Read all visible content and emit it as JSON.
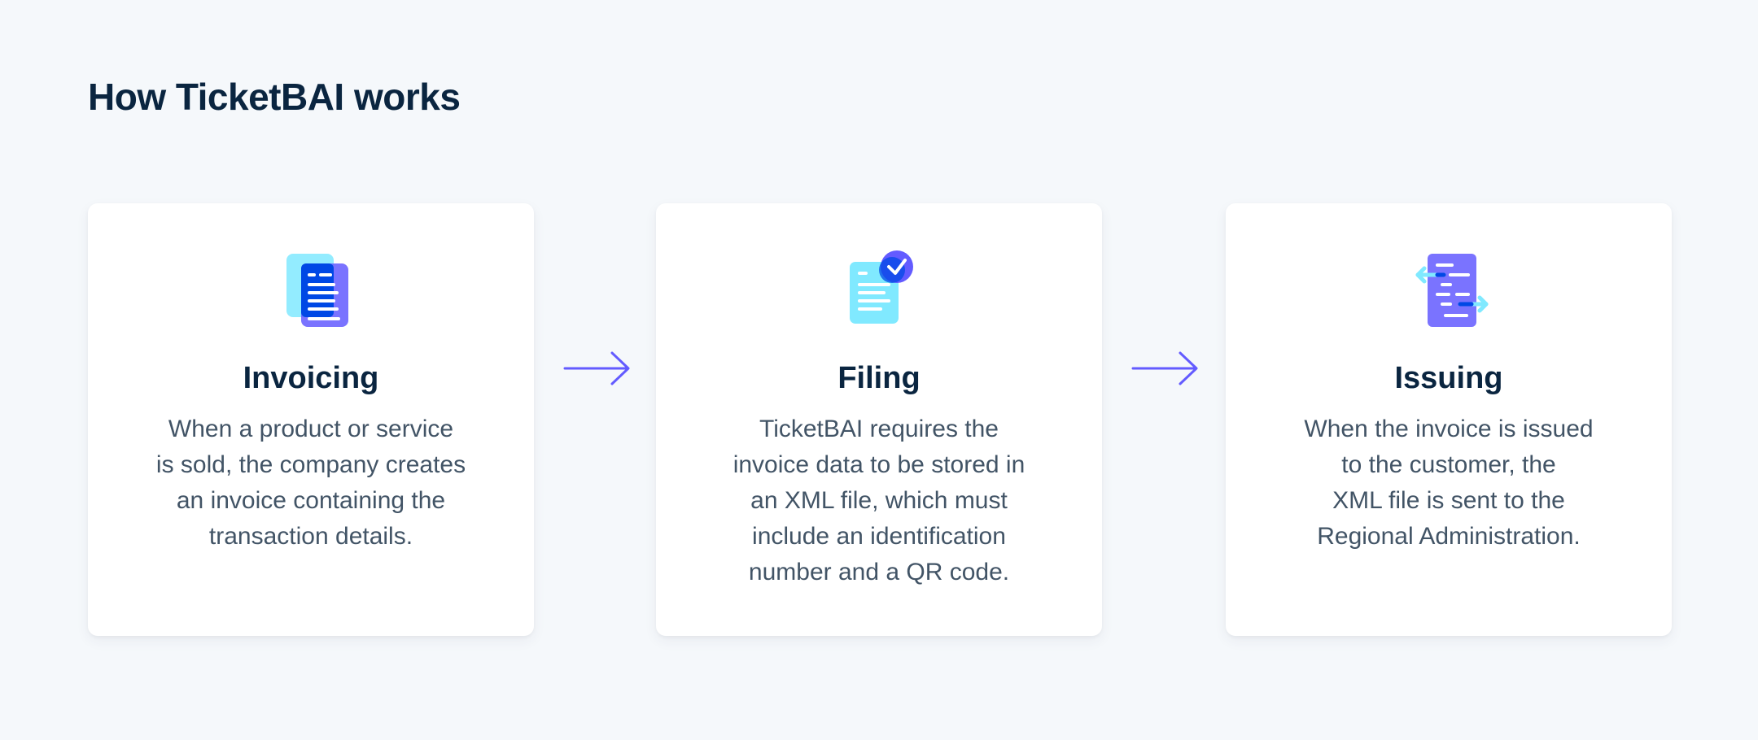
{
  "page": {
    "title": "How TicketBAI works"
  },
  "colors": {
    "accent": "#635bff",
    "accent_light": "#80e9ff",
    "accent_dark": "#0048e5",
    "heading": "#0a2540",
    "body_text": "#425466",
    "background": "#f5f8fb",
    "card": "#ffffff"
  },
  "steps": [
    {
      "icon": "invoice-documents-icon",
      "title": "Invoicing",
      "text_lines": [
        "When a product or service",
        "is sold, the company creates",
        "an invoice containing the",
        "transaction details."
      ]
    },
    {
      "icon": "document-check-icon",
      "title": "Filing",
      "text_lines": [
        "TicketBAI requires the",
        "invoice data to be stored in",
        "an XML file, which must",
        "include an identification",
        "number and a QR code."
      ]
    },
    {
      "icon": "document-exchange-icon",
      "title": "Issuing",
      "text_lines": [
        "When the invoice is issued",
        "to the customer, the",
        "XML file is sent to the",
        "Regional Administration."
      ]
    }
  ]
}
